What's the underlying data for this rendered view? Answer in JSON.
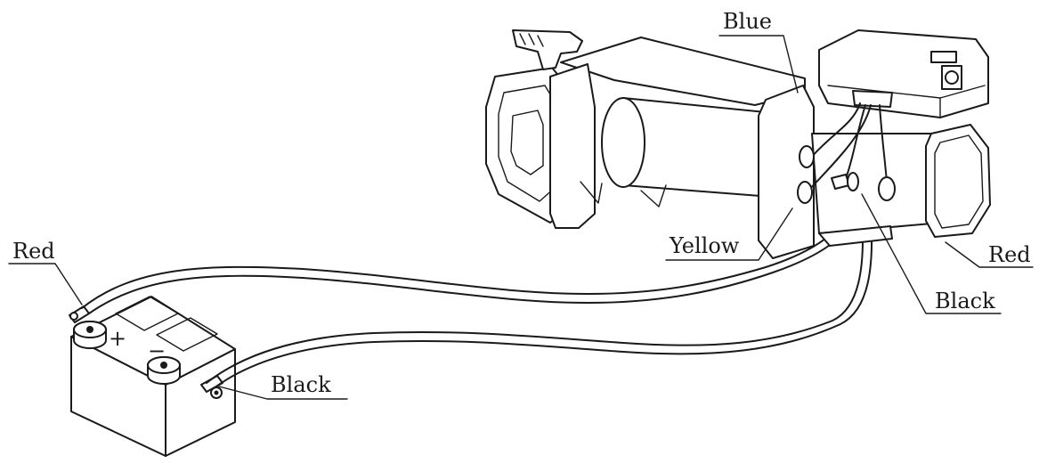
{
  "labels": {
    "battery_positive": "Red",
    "battery_negative": "Black",
    "winch_blue": "Blue",
    "winch_yellow": "Yellow",
    "winch_red": "Red",
    "winch_black": "Black"
  },
  "battery": {
    "plus_symbol": "+",
    "minus_symbol": "−"
  }
}
